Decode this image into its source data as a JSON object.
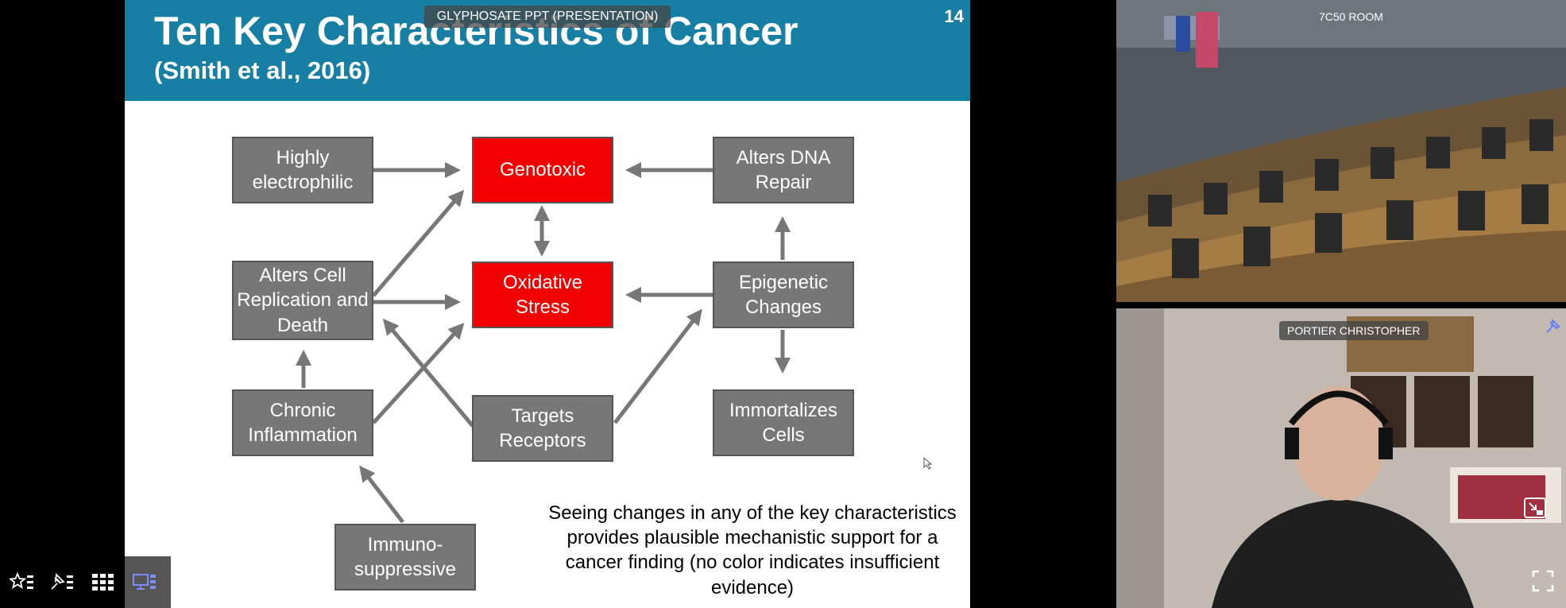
{
  "presentation_label": "GLYPHOSATE PPT (PRESENTATION)",
  "slide": {
    "title": "Ten Key Characteristics of Cancer",
    "subtitle": "(Smith et al., 2016)",
    "number": "14",
    "boxes": {
      "highly_electrophilic": "Highly electrophilic",
      "genotoxic": "Genotoxic",
      "alters_dna_repair": "Alters DNA Repair",
      "alters_cell_replication": "Alters Cell Replication and Death",
      "oxidative_stress": "Oxidative Stress",
      "epigenetic_changes": "Epigenetic Changes",
      "chronic_inflammation": "Chronic Inflammation",
      "targets_receptors": "Targets Receptors",
      "immortalizes_cells": "Immortalizes Cells",
      "immunosuppressive": "Immuno-suppressive"
    },
    "caption": "Seeing changes in any of the key characteristics provides plausible mechanistic support for a cancer finding (no color indicates insufficient evidence)",
    "colors": {
      "header": "#177fa3",
      "highlight": "#f20000",
      "box": "#777777"
    }
  },
  "room_feed": {
    "label": "7C50 ROOM"
  },
  "speaker_feed": {
    "name": "PORTIER CHRISTOPHER"
  },
  "toolbar": {
    "icons": [
      "star-list-icon",
      "pin-list-icon",
      "grid-icon",
      "presentation-layout-icon"
    ]
  }
}
